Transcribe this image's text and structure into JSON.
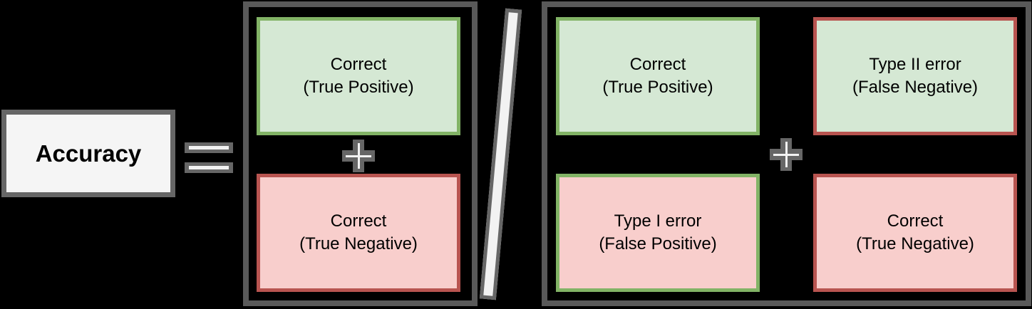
{
  "formula": {
    "lhs": "Accuracy",
    "equals_symbol": "=",
    "divide_symbol": "/",
    "numerator": {
      "operator": "+",
      "boxes": [
        {
          "line1": "Correct",
          "line2": "(True Positive)"
        },
        {
          "line1": "Correct",
          "line2": "(True Negative)"
        }
      ]
    },
    "denominator": {
      "operator": "+",
      "boxes": [
        {
          "line1": "Correct",
          "line2": "(True Positive)"
        },
        {
          "line1": "Type II error",
          "line2": "(False Negative)"
        },
        {
          "line1": "Type I error",
          "line2": "(False Positive)"
        },
        {
          "line1": "Correct",
          "line2": "(True Negative)"
        }
      ]
    }
  },
  "colors": {
    "background": "#000000",
    "green-fill": "#d5e8d4",
    "green-stroke": "#82b366",
    "red-fill": "#f8cecc",
    "red-stroke": "#b85450",
    "container-stroke": "#595959",
    "operator-gray": "#666666",
    "operator-white": "#f2f2f2",
    "label-fill": "#f5f5f5",
    "label-stroke": "#666666",
    "text": "#000000"
  }
}
